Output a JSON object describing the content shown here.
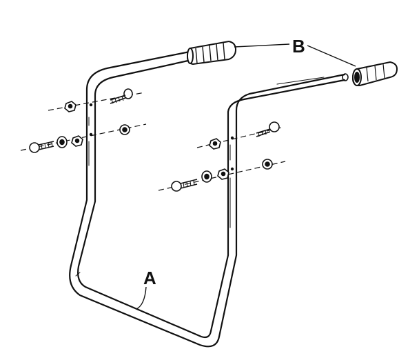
{
  "diagram": {
    "parts": [
      {
        "id": "handle-frame",
        "callout": "A",
        "icon": "u-shaped-handle-tube"
      },
      {
        "id": "hand-grips",
        "callout": "B",
        "icon": "rubber-grip"
      }
    ],
    "hardware": [
      {
        "icon": "carriage-bolt"
      },
      {
        "icon": "flat-washer"
      },
      {
        "icon": "hex-nut"
      },
      {
        "icon": "spring-lock-washer"
      }
    ],
    "colors": {
      "line": "#111111",
      "background": "#ffffff"
    }
  }
}
